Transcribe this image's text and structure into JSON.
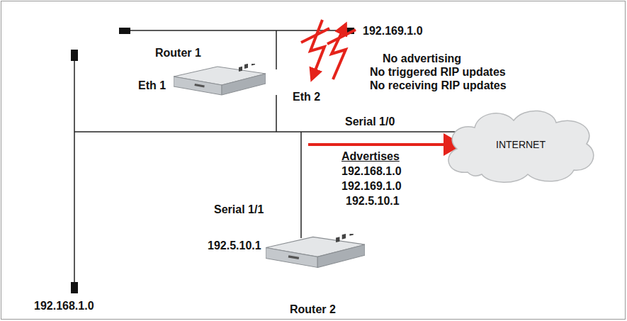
{
  "diagram": {
    "nodes": [
      {
        "text": [
          "Router 1"
        ]
      },
      {
        "text": [
          "Router 2"
        ]
      },
      {
        "text": [
          "INTERNET"
        ]
      }
    ],
    "labels": [
      "192.169.1.0",
      "No advertising",
      "No triggered RIP updates",
      "No receiving RIP updates",
      "Eth 1",
      "Eth 2",
      "Serial 1/0",
      "Advertises",
      "192.168.1.0",
      "192.169.1.0",
      "192.5.10.1",
      "Serial 1/1",
      "192.5.10.1",
      "192.168.1.0"
    ]
  }
}
